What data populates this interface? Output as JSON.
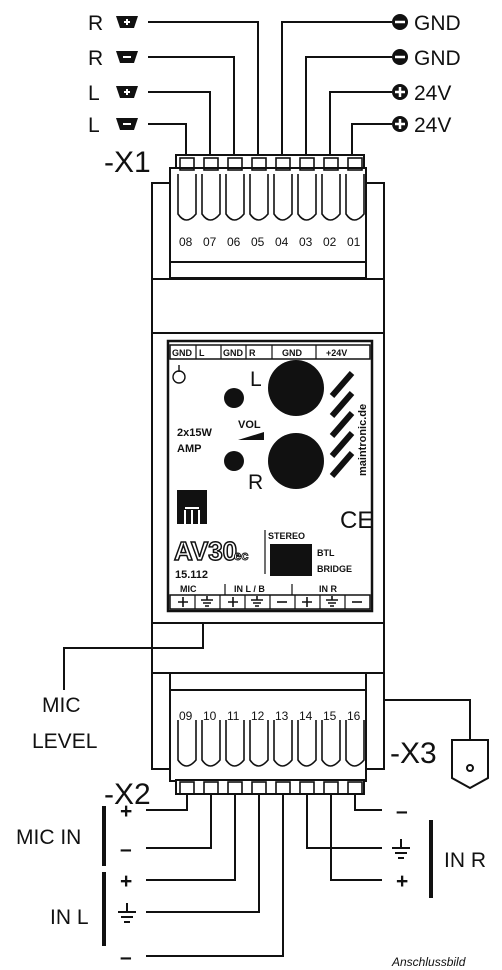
{
  "x1": {
    "label": "-X1",
    "numbers": [
      "08",
      "07",
      "06",
      "05",
      "04",
      "03",
      "02",
      "01"
    ],
    "left_labels": [
      "R",
      "R",
      "L",
      "L"
    ],
    "right_labels": [
      "GND",
      "GND",
      "24V",
      "24V"
    ]
  },
  "x2": {
    "label": "-X2",
    "numbers": [
      "09",
      "10",
      "11",
      "12",
      "13",
      "14",
      "15",
      "16"
    ]
  },
  "x3": {
    "label": "-X3"
  },
  "mic_level": {
    "line1": "MIC",
    "line2": "LEVEL"
  },
  "inputs": {
    "mic_in": "MIC IN",
    "in_l": "IN L",
    "in_r": "IN R",
    "plus": "+",
    "minus": "–"
  },
  "device": {
    "top_terminals": [
      "GND",
      "L",
      "GND",
      "R",
      "GND",
      "+24V"
    ],
    "vol": "VOL",
    "l": "L",
    "r": "R",
    "power": "2x15W",
    "amp": "AMP",
    "brand": "maintronic.de",
    "ce": "CE",
    "model": "AV30",
    "model_suffix": "ec",
    "code": "15.112",
    "stereo": "STEREO",
    "btl": "BTL",
    "bridge": "BRIDGE",
    "bottom_groups": [
      "MIC",
      "IN L / B",
      "IN R"
    ]
  },
  "caption": "Anschlussbild"
}
